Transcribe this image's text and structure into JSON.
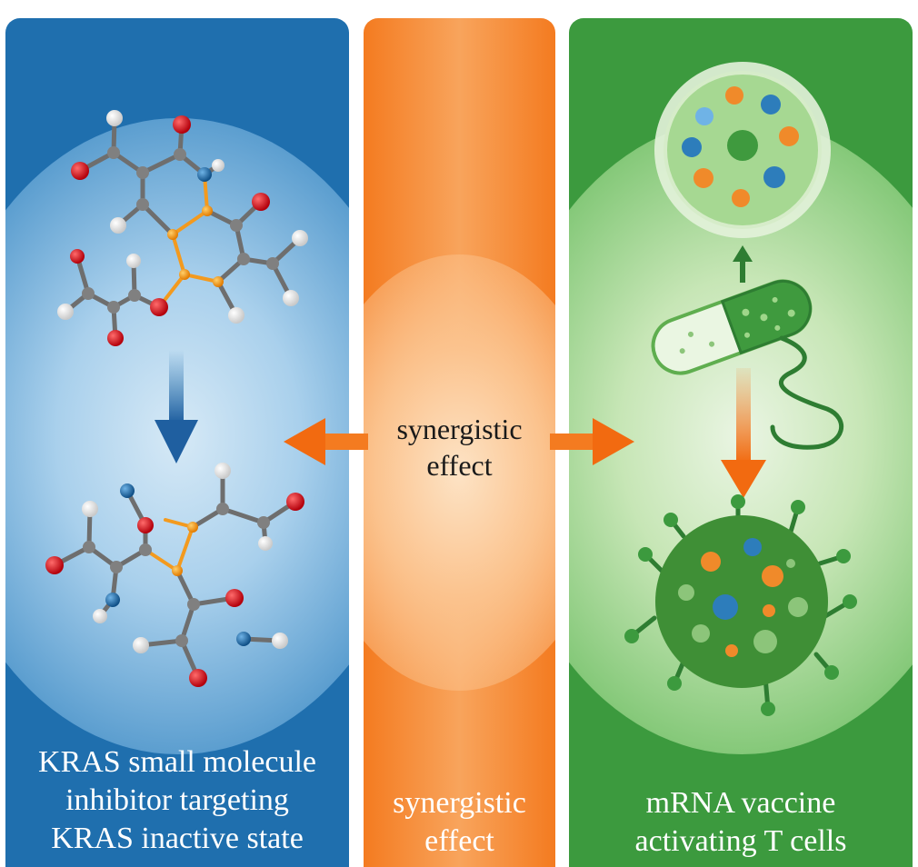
{
  "panels": {
    "left": {
      "caption": "KRAS small molecule\ninhibitor targeting\nKRAS inactive state",
      "color": "#1f6fae"
    },
    "middle": {
      "caption": "synergistic\neffect",
      "color": "#f47b20"
    },
    "right": {
      "caption": "mRNA vaccine\nactivating T cells",
      "color": "#3c9a3e"
    }
  },
  "center_label": "synergistic\neffect",
  "atom_colors": {
    "oxygen": "#d71920",
    "carbon": "#7a7a7a",
    "hydrogen": "#f2f2f2",
    "nitrogen": "#1f6fae",
    "linker": "#f39a1e"
  }
}
